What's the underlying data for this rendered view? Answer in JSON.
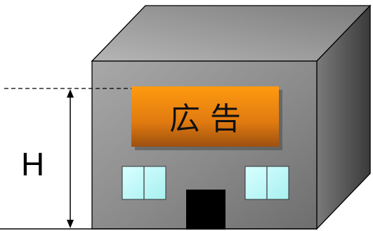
{
  "diagram": {
    "sign_text": "広 告",
    "height_label": "H"
  },
  "colors": {
    "background": "#ffffff",
    "building_front": "#8c8c8c",
    "building_top": "#9a9a9a",
    "building_side": "#5a5a5a",
    "sign_fill": "#f08c10",
    "windows": "#c8ffff",
    "door": "#000000",
    "outline": "#000000"
  },
  "icons": {
    "height_arrow": "double-headed-vertical-arrow"
  }
}
